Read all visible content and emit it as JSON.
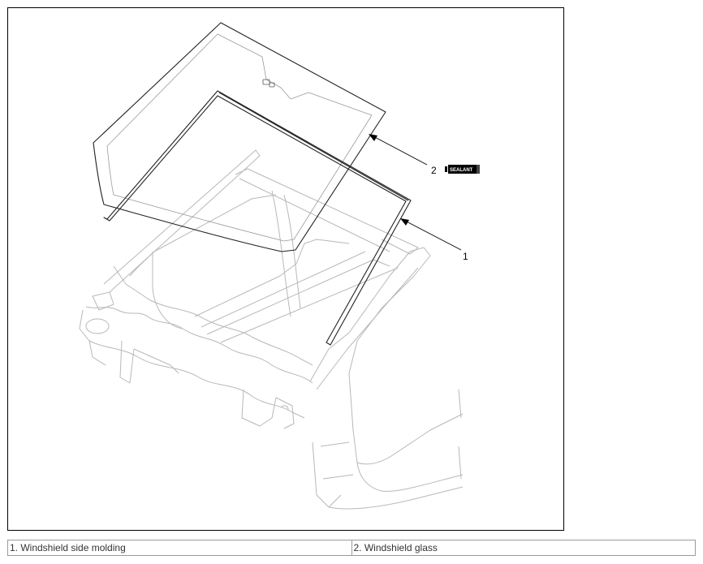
{
  "diagram": {
    "callouts": [
      {
        "number": "1"
      },
      {
        "number": "2",
        "badge": "SEALANT"
      }
    ]
  },
  "legend": [
    {
      "text": "1. Windshield side molding"
    },
    {
      "text": "2. Windshield glass"
    }
  ],
  "colors": {
    "frame": "#000000",
    "glass_outline": "#222222",
    "body_outline": "#b8b8b8",
    "table_border": "#9a9a9a",
    "text": "#333333"
  }
}
